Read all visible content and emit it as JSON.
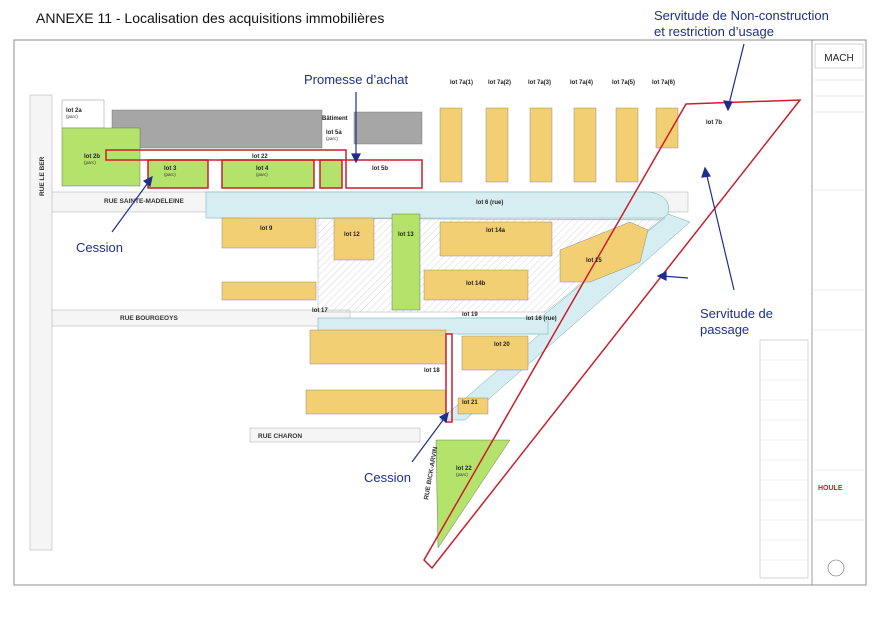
{
  "title": "ANNEXE 11 - Localisation des acquisitions immobilières",
  "callouts": {
    "servitude_nc_1": "Servitude de Non-construction",
    "servitude_nc_2": "et restriction d’usage",
    "promesse": "Promesse d’achat",
    "cession_1": "Cession",
    "cession_2": "Cession",
    "servitude_passage_1": "Servitude de",
    "servitude_passage_2": "passage"
  },
  "streets": {
    "le_ber": "RUE LE BER",
    "sainte_madeleine": "RUE SAINTE-MADELEINE",
    "bourgeoys": "RUE BOURGEOYS",
    "charon": "RUE CHARON",
    "bick_arvin": "RUE BICK-ARVIN"
  },
  "lots": {
    "lot2a": "lot 2a",
    "lot2a_sub": "(parc)",
    "lot2b": "lot 2b",
    "lot2b_sub": "(parc)",
    "lot3": "lot 3",
    "lot3_sub": "(parc)",
    "lot4": "lot 4",
    "lot4_sub": "(parc)",
    "lot22_top": "lot 22",
    "lot5a": "lot 5a",
    "lot5a_sub": "(parc)",
    "lot5b": "lot 5b",
    "batiment": "Bâtiment",
    "lot6": "lot 6 (rue)",
    "lot7a1": "lot 7a(1)",
    "lot7a2": "lot 7a(2)",
    "lot7a3": "lot 7a(3)",
    "lot7a4": "lot 7a(4)",
    "lot7a5": "lot 7a(5)",
    "lot7a6": "lot 7a(6)",
    "lot7b": "lot 7b",
    "lot9": "lot 9",
    "lot12": "lot 12",
    "lot13": "lot 13",
    "lot14a": "lot 14a",
    "lot14b": "lot 14b",
    "lot15": "lot 15",
    "lot16": "lot 16 (rue)",
    "lot17": "lot 17",
    "lot18": "lot 18",
    "lot19": "lot 19",
    "lot20": "lot 20",
    "lot21": "lot 21",
    "lot22": "lot 22",
    "lot22_sub": "(parc)"
  },
  "titleblock": {
    "logo": "MACH",
    "brand": "HOULE"
  },
  "colors": {
    "park_green": "#b4e36c",
    "lot_yellow": "#f3cf73",
    "street_blue": "#d6eef2",
    "boundary_red": "#cc1e2a",
    "callout_blue": "#1e2f8a",
    "gray_building": "#a6a6a6"
  }
}
